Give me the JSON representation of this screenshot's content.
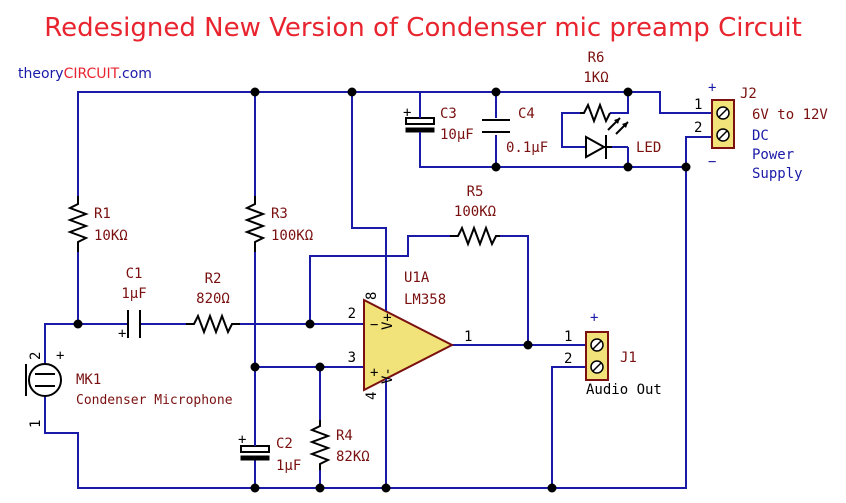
{
  "title": "Redesigned New Version of Condenser mic preamp Circuit",
  "brand": {
    "part1": "theory",
    "part2": "CIRCUIT",
    "part3": ".com"
  },
  "colors": {
    "title": "#e8242f",
    "wire": "#1a1aa8",
    "label": "#7a1010",
    "brand_accent": "#e8242f",
    "brand_base": "#1a1aa8",
    "connector_fill": "#f2e27a",
    "opamp_fill": "#f2e27a"
  },
  "components": {
    "r1": {
      "ref": "R1",
      "value": "10KΩ"
    },
    "r2": {
      "ref": "R2",
      "value": "820Ω"
    },
    "r3": {
      "ref": "R3",
      "value": "100KΩ"
    },
    "r4": {
      "ref": "R4",
      "value": "82KΩ"
    },
    "r5": {
      "ref": "R5",
      "value": "100KΩ"
    },
    "r6": {
      "ref": "R6",
      "value": "1KΩ"
    },
    "c1": {
      "ref": "C1",
      "value": "1μF"
    },
    "c2": {
      "ref": "C2",
      "value": "1μF"
    },
    "c3": {
      "ref": "C3",
      "value": "10μF"
    },
    "c4": {
      "ref": "C4",
      "value": "0.1μF"
    },
    "led": {
      "ref": "LED"
    },
    "u1": {
      "ref": "U1A",
      "value": "LM358",
      "pin_noninv": "3",
      "pin_inv": "2",
      "pin_out": "1",
      "pin_vplus": "8",
      "pin_vminus": "4",
      "vplus_label": "V+",
      "vminus_label": "V-"
    },
    "mk1": {
      "ref": "MK1",
      "value": "Condenser Microphone",
      "pin1": "1",
      "pin2": "2"
    },
    "j1": {
      "ref": "J1",
      "value": "Audio Out",
      "pin1": "1",
      "pin2": "2"
    },
    "j2": {
      "ref": "J2",
      "pin1": "1",
      "pin2": "2",
      "desc_line1": "6V to 12V",
      "desc_line2": "DC",
      "desc_line3": "Power",
      "desc_line4": "Supply",
      "plus": "+",
      "minus": "−"
    }
  },
  "markers": {
    "plus": "+"
  }
}
